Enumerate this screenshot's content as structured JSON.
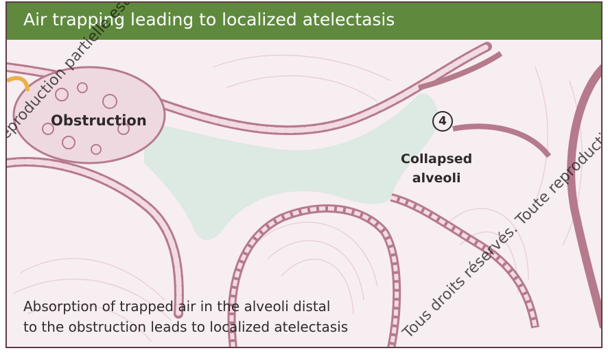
{
  "figure": {
    "title": "Air trapping leading to localized atelectasis",
    "labels": {
      "obstruction": "Obstruction",
      "collapsed_line1": "Collapsed",
      "collapsed_line2": "alveoli",
      "step_number": "4"
    },
    "caption": {
      "line1": "Absorption of trapped air in the alveoli distal",
      "line2": "to the obstruction leads to localized atelectasis"
    },
    "watermarks": {
      "left": "Reproduction partielle est interdite",
      "right": "Tous droits réservés. Toute reproduction"
    },
    "colors": {
      "header": "#5f8a3d",
      "tissue": "#b57a8c",
      "air_space": "#dde9e3",
      "background": "#f7eef1"
    }
  }
}
